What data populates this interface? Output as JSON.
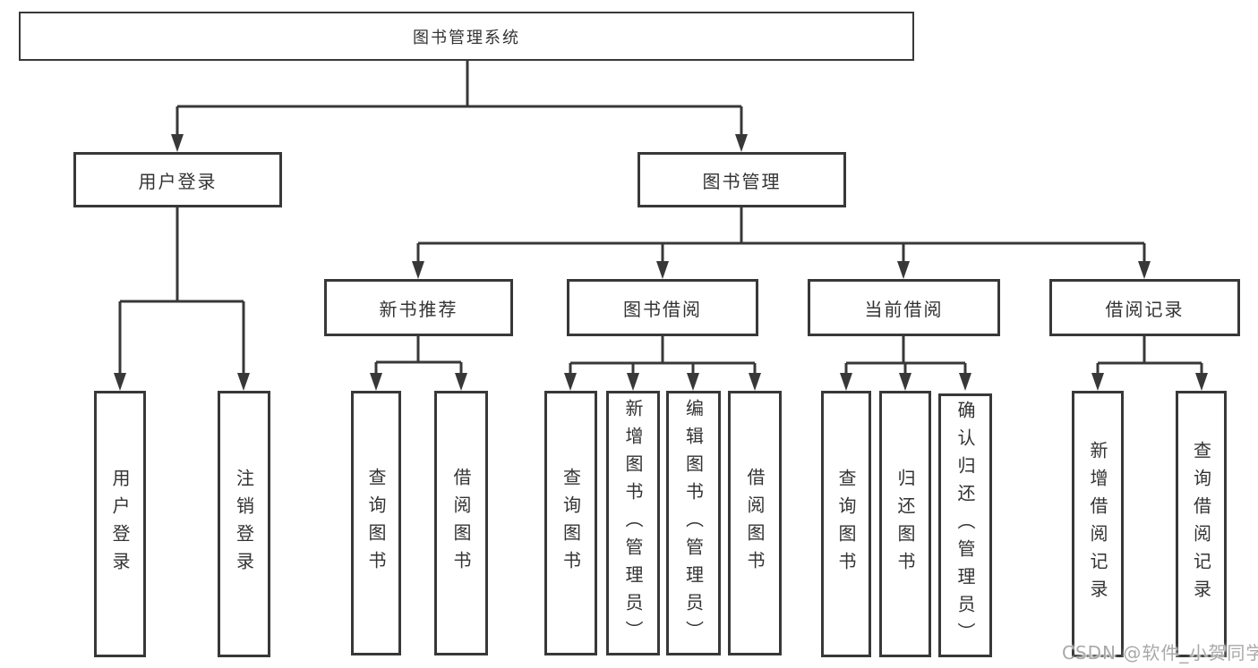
{
  "diagram": {
    "root": {
      "label": "图书管理系统"
    },
    "branches": [
      {
        "label": "用户登录",
        "children": [
          {
            "label": "用户登录"
          },
          {
            "label": "注销登录"
          }
        ]
      },
      {
        "label": "图书管理",
        "children": [
          {
            "label": "新书推荐",
            "children": [
              {
                "label": "查询图书"
              },
              {
                "label": "借阅图书"
              }
            ]
          },
          {
            "label": "图书借阅",
            "children": [
              {
                "label": "查询图书"
              },
              {
                "label": "新增图书（管理员）"
              },
              {
                "label": "编辑图书（管理员）"
              },
              {
                "label": "借阅图书"
              }
            ]
          },
          {
            "label": "当前借阅",
            "children": [
              {
                "label": "查询图书"
              },
              {
                "label": "归还图书"
              },
              {
                "label": "确认归还（管理员）"
              }
            ]
          },
          {
            "label": "借阅记录",
            "children": [
              {
                "label": "新增借阅记录"
              },
              {
                "label": "查询借阅记录"
              }
            ]
          }
        ]
      }
    ]
  },
  "watermark": {
    "text": "CSDN @软件_小贺同学"
  },
  "colors": {
    "line": "#383838",
    "text": "#333333",
    "background": "#ffffff",
    "watermark": "#a9a9a9"
  }
}
